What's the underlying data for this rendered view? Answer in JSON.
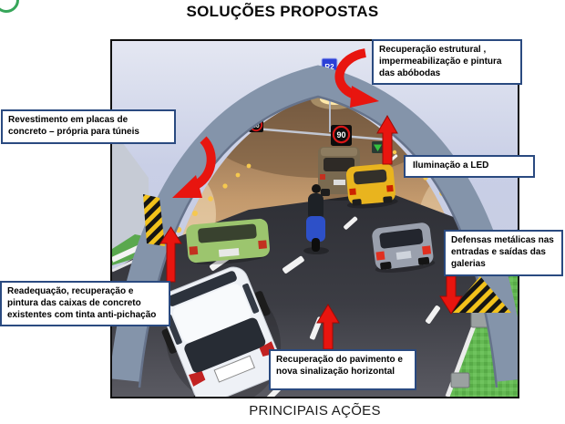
{
  "page": {
    "title": "SOLUÇÕES PROPOSTAS",
    "caption": "PRINCIPAIS AÇÕES"
  },
  "labels": {
    "estrutural": "Recuperação estrutural , impermeabilização e pintura das abóbodas",
    "revestimento": "Revestimento em placas de concreto – própria para túneis",
    "iluminacao": "Iluminação a LED",
    "defensas": "Defensas metálicas nas entradas e saídas das galerias",
    "readequacao": "Readequação, recuperação e pintura das caixas de concreto existentes com tinta anti-pichação",
    "pavimento": "Recuperação do pavimento e nova sinalização horizontal"
  },
  "scene": {
    "signs": {
      "speed": "90",
      "route": "R2"
    },
    "colors": {
      "arrow_red": "#e8150f",
      "callout_border": "#2a4a80",
      "arch_gray": "#8494aa",
      "grass_green": "#64b953",
      "logo_green": "#37a65a"
    }
  }
}
